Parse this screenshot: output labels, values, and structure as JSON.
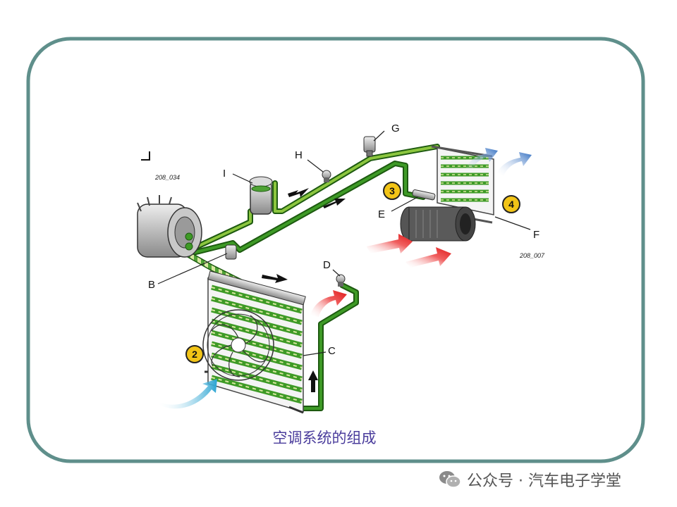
{
  "colors": {
    "frame": "#5f8f8b",
    "pipe": "#2f8a1c",
    "pipe_dark": "#1d5a10",
    "cold_air": "#3a78c9",
    "hot_air": "#e02020",
    "inlet_air": "#3ab0d8",
    "badge": "#f2c417",
    "caption": "#4a3c9c"
  },
  "diagram": {
    "figure_codes": [
      "208_034",
      "208_007"
    ],
    "labels": [
      "B",
      "C",
      "D",
      "E",
      "F",
      "G",
      "H",
      "I"
    ],
    "badges": [
      "2",
      "3",
      "4"
    ],
    "caption": "空调系统的组成"
  },
  "watermark": {
    "text": "公众号 · 汽车电子学堂",
    "icon": "wechat-icon"
  }
}
